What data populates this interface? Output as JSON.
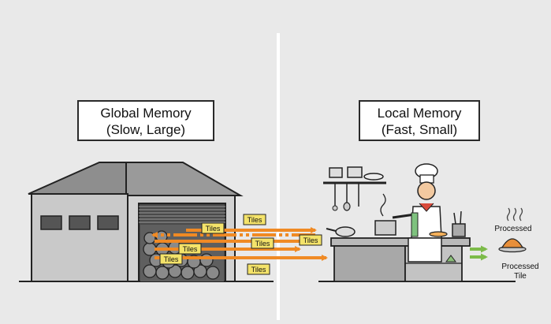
{
  "global_memory": {
    "title": "Global Memory",
    "subtitle": "(Slow, Large)"
  },
  "local_memory": {
    "title": "Local Memory",
    "subtitle": "(Fast, Small)"
  },
  "tile_labels": [
    "Tiles",
    "Tiles",
    "Tiles",
    "Tiles",
    "Tiles",
    "Tiles",
    "Tiles"
  ],
  "output": {
    "processed_label": "Processed",
    "processed_tile_label_line1": "Processed",
    "processed_tile_label_line2": "Tile"
  },
  "colors": {
    "background": "#e9e9e9",
    "divider": "#ffffff",
    "transfer_arrow": "#f08a24",
    "output_arrow": "#7dbb4a",
    "tile_tag": "#f4e36a",
    "warehouse_wall": "#c8c8c8",
    "warehouse_roof": "#8e8e8e"
  },
  "icons": [
    "warehouse-icon",
    "chef-icon",
    "kitchen-counter-icon",
    "cooking-pot-icon",
    "pan-icon",
    "utensils-icon",
    "processed-dish-icon"
  ]
}
